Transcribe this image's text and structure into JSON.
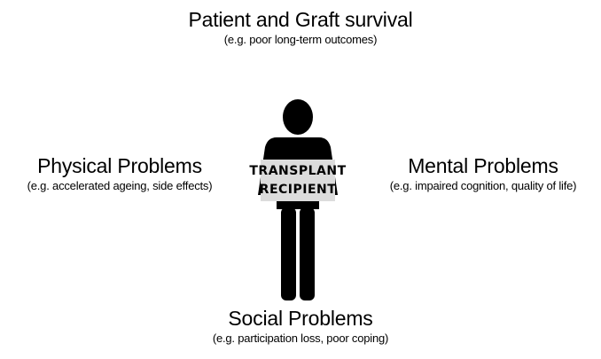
{
  "top": {
    "title": "Patient and Graft survival",
    "subtitle": "(e.g. poor long-term outcomes)"
  },
  "left": {
    "title": "Physical Problems",
    "subtitle": "(e.g. accelerated ageing, side effects)"
  },
  "right": {
    "title": "Mental Problems",
    "subtitle": "(e.g. impaired cognition, quality of life)"
  },
  "bottom": {
    "title": "Social Problems",
    "subtitle": "(e.g. participation loss, poor coping)"
  },
  "center": {
    "line1": "TRANSPLANT",
    "line2": "RECIPIENT"
  },
  "colors": {
    "figure_fill": "#000000",
    "label_band": "#dcdcdc"
  }
}
